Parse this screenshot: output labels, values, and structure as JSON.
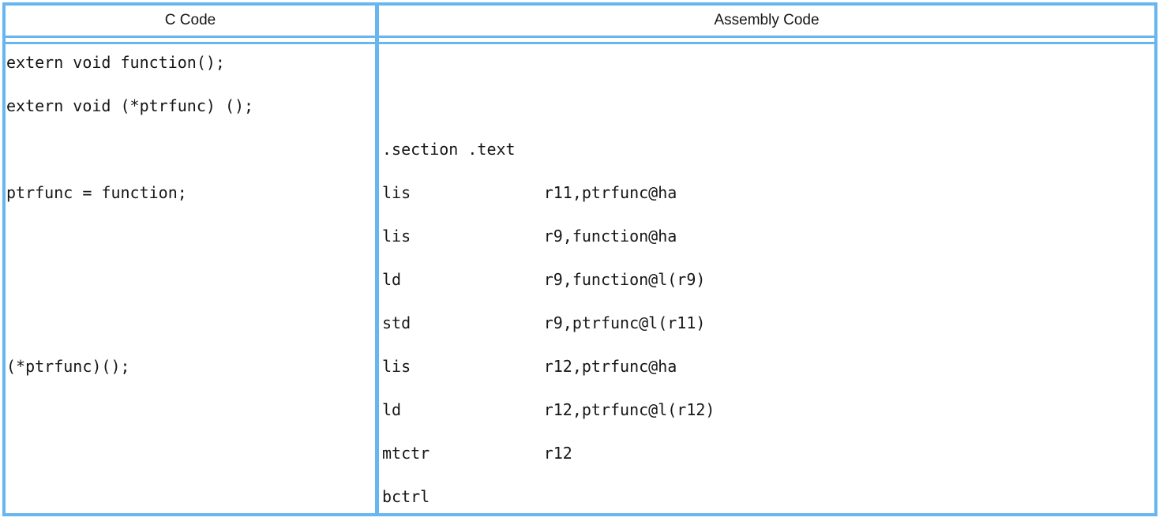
{
  "colors": {
    "border": "#68b6ef",
    "text": "#161616"
  },
  "table": {
    "headers": [
      {
        "label": "C Code"
      },
      {
        "label": "Assembly Code"
      }
    ],
    "c_code_lines": [
      "extern void function();",
      "extern void (*ptrfunc) ();",
      "",
      "ptrfunc = function;",
      "",
      "",
      "",
      "(*ptrfunc)();",
      "",
      "",
      ""
    ],
    "assembly_lines": [
      "",
      "",
      ".section .text",
      "lis              r11,ptrfunc@ha",
      "lis              r9,function@ha",
      "ld               r9,function@l(r9)",
      "std              r9,ptrfunc@l(r11)",
      "lis              r12,ptrfunc@ha",
      "ld               r12,ptrfunc@l(r12)",
      "mtctr            r12",
      "bctrl"
    ]
  }
}
